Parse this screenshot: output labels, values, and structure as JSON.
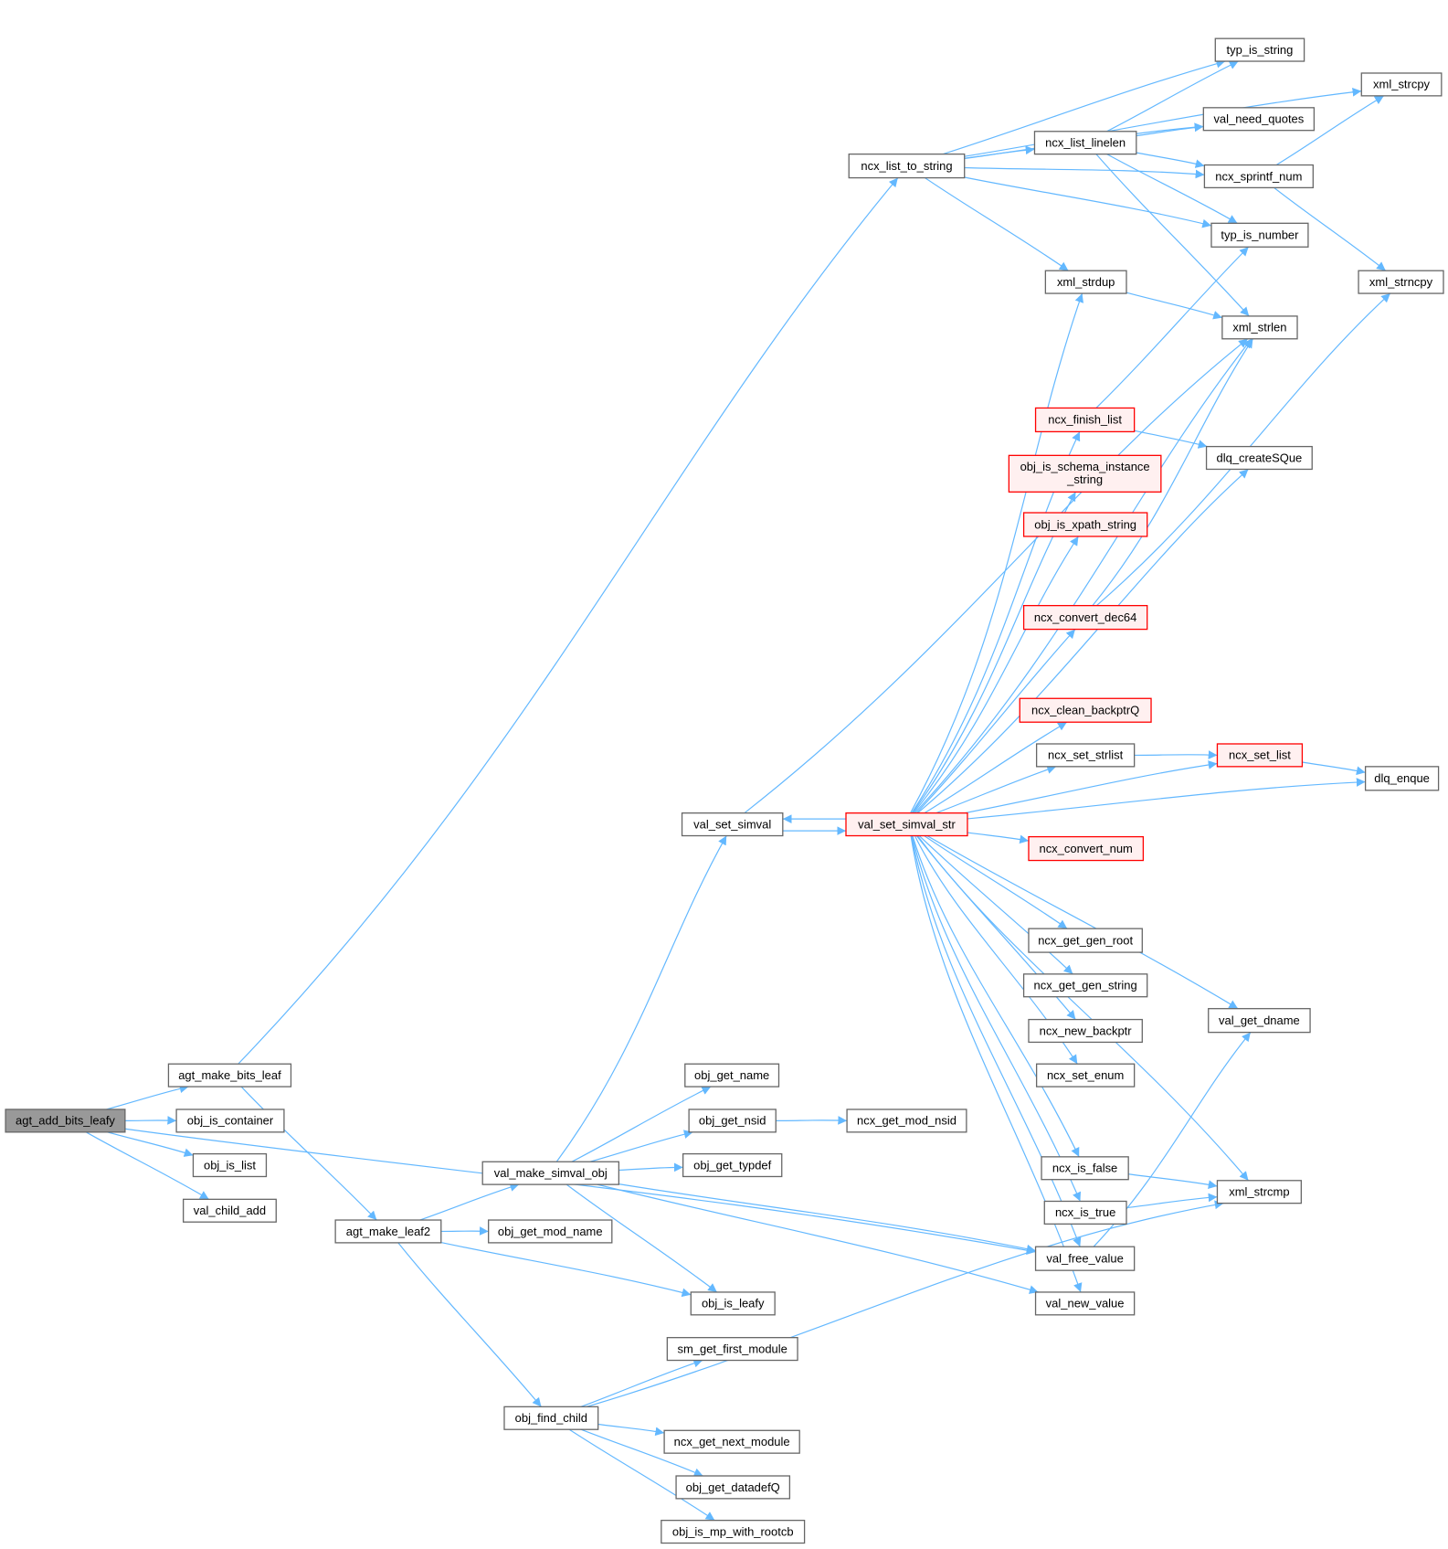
{
  "title": "agt_add_bits_leafy call graph",
  "colors": {
    "edge": "#63b8ff",
    "root_fill": "#999999",
    "node_border": "#666666",
    "truncated_border": "#ff0000",
    "truncated_fill": "#fff0f0"
  },
  "nodes": [
    {
      "id": "agt_add_bits_leafy",
      "label": "agt_add_bits_leafy",
      "style": "root"
    },
    {
      "id": "agt_make_bits_leaf",
      "label": "agt_make_bits_leaf"
    },
    {
      "id": "obj_is_container",
      "label": "obj_is_container"
    },
    {
      "id": "obj_is_list",
      "label": "obj_is_list"
    },
    {
      "id": "val_child_add",
      "label": "val_child_add"
    },
    {
      "id": "agt_make_leaf2",
      "label": "agt_make_leaf2"
    },
    {
      "id": "val_make_simval_obj",
      "label": "val_make_simval_obj"
    },
    {
      "id": "obj_get_mod_name",
      "label": "obj_get_mod_name"
    },
    {
      "id": "obj_get_name",
      "label": "obj_get_name"
    },
    {
      "id": "obj_get_nsid",
      "label": "obj_get_nsid"
    },
    {
      "id": "obj_get_typdef",
      "label": "obj_get_typdef"
    },
    {
      "id": "obj_is_leafy",
      "label": "obj_is_leafy"
    },
    {
      "id": "sm_get_first_module",
      "label": "sm_get_first_module"
    },
    {
      "id": "obj_find_child",
      "label": "obj_find_child"
    },
    {
      "id": "ncx_get_next_module",
      "label": "ncx_get_next_module"
    },
    {
      "id": "obj_get_datadefQ",
      "label": "obj_get_datadefQ"
    },
    {
      "id": "obj_is_mp_with_rootcb",
      "label": "obj_is_mp_with_rootcb"
    },
    {
      "id": "ncx_get_mod_nsid",
      "label": "ncx_get_mod_nsid"
    },
    {
      "id": "val_set_simval",
      "label": "val_set_simval"
    },
    {
      "id": "val_set_simval_str",
      "label": "val_set_simval_str",
      "style": "red"
    },
    {
      "id": "ncx_list_to_string",
      "label": "ncx_list_to_string"
    },
    {
      "id": "ncx_list_linelen",
      "label": "ncx_list_linelen"
    },
    {
      "id": "typ_is_string",
      "label": "typ_is_string"
    },
    {
      "id": "val_need_quotes",
      "label": "val_need_quotes"
    },
    {
      "id": "xml_strcpy",
      "label": "xml_strcpy"
    },
    {
      "id": "ncx_sprintf_num",
      "label": "ncx_sprintf_num"
    },
    {
      "id": "typ_is_number",
      "label": "typ_is_number"
    },
    {
      "id": "xml_strncpy",
      "label": "xml_strncpy"
    },
    {
      "id": "xml_strdup",
      "label": "xml_strdup"
    },
    {
      "id": "xml_strlen",
      "label": "xml_strlen"
    },
    {
      "id": "ncx_finish_list",
      "label": "ncx_finish_list",
      "style": "red"
    },
    {
      "id": "obj_is_schema_instance_string",
      "label": "obj_is_schema_instance",
      "label2": "_string",
      "style": "red"
    },
    {
      "id": "obj_is_xpath_string",
      "label": "obj_is_xpath_string",
      "style": "red"
    },
    {
      "id": "dlq_createSQue",
      "label": "dlq_createSQue"
    },
    {
      "id": "ncx_convert_dec64",
      "label": "ncx_convert_dec64",
      "style": "red"
    },
    {
      "id": "ncx_clean_backptrQ",
      "label": "ncx_clean_backptrQ",
      "style": "red"
    },
    {
      "id": "ncx_set_strlist",
      "label": "ncx_set_strlist"
    },
    {
      "id": "ncx_set_list",
      "label": "ncx_set_list",
      "style": "red"
    },
    {
      "id": "dlq_enque",
      "label": "dlq_enque"
    },
    {
      "id": "ncx_convert_num",
      "label": "ncx_convert_num",
      "style": "red"
    },
    {
      "id": "ncx_get_gen_root",
      "label": "ncx_get_gen_root"
    },
    {
      "id": "ncx_get_gen_string",
      "label": "ncx_get_gen_string"
    },
    {
      "id": "ncx_new_backptr",
      "label": "ncx_new_backptr"
    },
    {
      "id": "ncx_set_enum",
      "label": "ncx_set_enum"
    },
    {
      "id": "val_get_dname",
      "label": "val_get_dname"
    },
    {
      "id": "ncx_is_false",
      "label": "ncx_is_false"
    },
    {
      "id": "ncx_is_true",
      "label": "ncx_is_true"
    },
    {
      "id": "xml_strcmp",
      "label": "xml_strcmp"
    },
    {
      "id": "val_free_value",
      "label": "val_free_value"
    },
    {
      "id": "val_new_value",
      "label": "val_new_value"
    }
  ],
  "edges": [
    [
      "agt_add_bits_leafy",
      "agt_make_bits_leaf"
    ],
    [
      "agt_add_bits_leafy",
      "obj_is_container"
    ],
    [
      "agt_add_bits_leafy",
      "obj_is_list"
    ],
    [
      "agt_add_bits_leafy",
      "val_child_add"
    ],
    [
      "agt_add_bits_leafy",
      "val_free_value"
    ],
    [
      "agt_make_bits_leaf",
      "ncx_list_to_string"
    ],
    [
      "agt_make_bits_leaf",
      "agt_make_leaf2"
    ],
    [
      "agt_make_leaf2",
      "val_make_simval_obj"
    ],
    [
      "agt_make_leaf2",
      "obj_get_mod_name"
    ],
    [
      "agt_make_leaf2",
      "obj_is_leafy"
    ],
    [
      "agt_make_leaf2",
      "obj_find_child"
    ],
    [
      "val_make_simval_obj",
      "val_set_simval"
    ],
    [
      "val_make_simval_obj",
      "obj_get_name"
    ],
    [
      "val_make_simval_obj",
      "obj_get_nsid"
    ],
    [
      "val_make_simval_obj",
      "obj_get_typdef"
    ],
    [
      "val_make_simval_obj",
      "obj_is_leafy"
    ],
    [
      "val_make_simval_obj",
      "val_free_value"
    ],
    [
      "val_make_simval_obj",
      "val_new_value"
    ],
    [
      "obj_get_nsid",
      "ncx_get_mod_nsid"
    ],
    [
      "obj_find_child",
      "sm_get_first_module"
    ],
    [
      "obj_find_child",
      "ncx_get_next_module"
    ],
    [
      "obj_find_child",
      "obj_get_datadefQ"
    ],
    [
      "obj_find_child",
      "obj_is_mp_with_rootcb"
    ],
    [
      "obj_find_child",
      "xml_strcmp"
    ],
    [
      "val_set_simval",
      "val_set_simval_str"
    ],
    [
      "val_set_simval",
      "xml_strlen"
    ],
    [
      "val_set_simval_str",
      "val_set_simval"
    ],
    [
      "val_set_simval_str",
      "xml_strdup"
    ],
    [
      "val_set_simval_str",
      "xml_strlen"
    ],
    [
      "val_set_simval_str",
      "ncx_finish_list"
    ],
    [
      "val_set_simval_str",
      "obj_is_schema_instance_string"
    ],
    [
      "val_set_simval_str",
      "obj_is_xpath_string"
    ],
    [
      "val_set_simval_str",
      "ncx_convert_dec64"
    ],
    [
      "val_set_simval_str",
      "dlq_createSQue"
    ],
    [
      "val_set_simval_str",
      "ncx_clean_backptrQ"
    ],
    [
      "val_set_simval_str",
      "ncx_set_strlist"
    ],
    [
      "val_set_simval_str",
      "ncx_set_list"
    ],
    [
      "val_set_simval_str",
      "dlq_enque"
    ],
    [
      "val_set_simval_str",
      "ncx_convert_num"
    ],
    [
      "val_set_simval_str",
      "ncx_get_gen_root"
    ],
    [
      "val_set_simval_str",
      "ncx_get_gen_string"
    ],
    [
      "val_set_simval_str",
      "ncx_new_backptr"
    ],
    [
      "val_set_simval_str",
      "ncx_set_enum"
    ],
    [
      "val_set_simval_str",
      "val_get_dname"
    ],
    [
      "val_set_simval_str",
      "ncx_is_false"
    ],
    [
      "val_set_simval_str",
      "ncx_is_true"
    ],
    [
      "val_set_simval_str",
      "xml_strcmp"
    ],
    [
      "val_set_simval_str",
      "val_free_value"
    ],
    [
      "val_set_simval_str",
      "val_new_value"
    ],
    [
      "ncx_list_to_string",
      "typ_is_string"
    ],
    [
      "ncx_list_to_string",
      "xml_strcpy"
    ],
    [
      "ncx_list_to_string",
      "val_need_quotes"
    ],
    [
      "ncx_list_to_string",
      "ncx_list_linelen"
    ],
    [
      "ncx_list_to_string",
      "ncx_sprintf_num"
    ],
    [
      "ncx_list_to_string",
      "typ_is_number"
    ],
    [
      "ncx_list_to_string",
      "xml_strdup"
    ],
    [
      "ncx_list_linelen",
      "typ_is_string"
    ],
    [
      "ncx_list_linelen",
      "val_need_quotes"
    ],
    [
      "ncx_list_linelen",
      "ncx_sprintf_num"
    ],
    [
      "ncx_list_linelen",
      "typ_is_number"
    ],
    [
      "ncx_list_linelen",
      "xml_strlen"
    ],
    [
      "ncx_sprintf_num",
      "xml_strcpy"
    ],
    [
      "ncx_sprintf_num",
      "xml_strncpy"
    ],
    [
      "xml_strdup",
      "xml_strlen"
    ],
    [
      "ncx_finish_list",
      "typ_is_number"
    ],
    [
      "ncx_finish_list",
      "dlq_createSQue"
    ],
    [
      "ncx_convert_dec64",
      "xml_strlen"
    ],
    [
      "ncx_convert_dec64",
      "xml_strncpy"
    ],
    [
      "ncx_set_strlist",
      "ncx_set_list"
    ],
    [
      "ncx_set_list",
      "dlq_enque"
    ],
    [
      "ncx_is_false",
      "xml_strcmp"
    ],
    [
      "ncx_is_true",
      "xml_strcmp"
    ],
    [
      "val_free_value",
      "val_get_dname"
    ]
  ]
}
